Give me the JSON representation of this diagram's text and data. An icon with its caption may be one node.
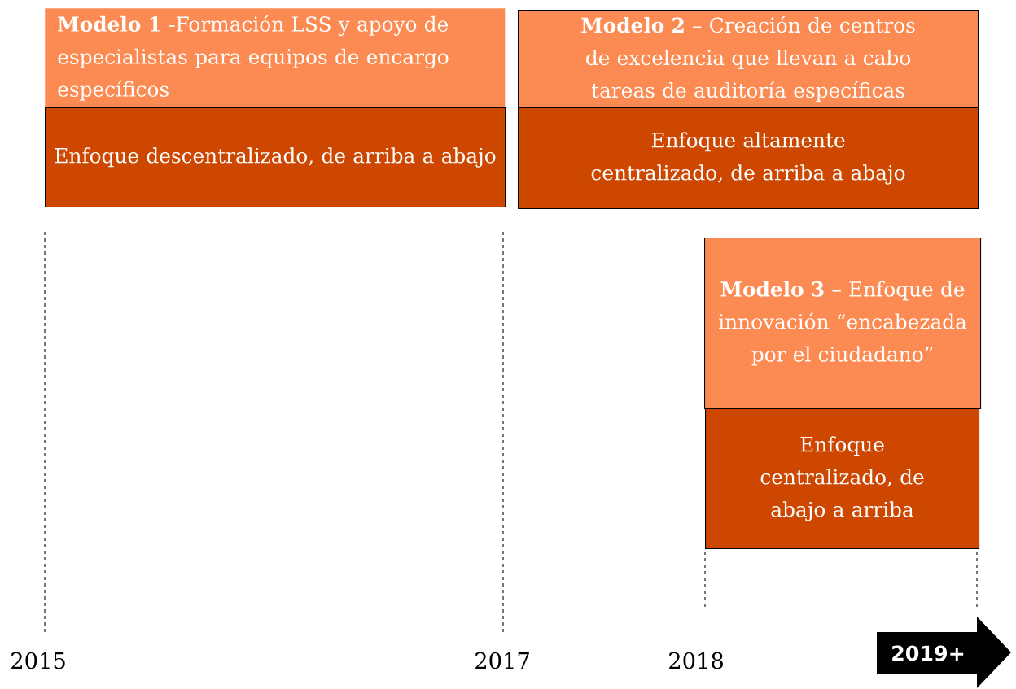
{
  "diagram": {
    "nodes": [
      {
        "text": [
          "**Modelo 1** -Formación LSS y apoyo de especialistas para equipos de encargo específicos"
        ]
      },
      {
        "text": [
          "Enfoque descentralizado, de arriba a abajo"
        ]
      },
      {
        "text": [
          "**Modelo 2** – Creación de centros de excelencia que llevan a cabo tareas de auditoría específicas"
        ]
      },
      {
        "text": [
          "Enfoque altamente centralizado, de arriba a abajo"
        ]
      },
      {
        "text": [
          "**Modelo 3** – Enfoque de innovación “encabezada por el ciudadano”"
        ]
      },
      {
        "text": [
          "Enfoque centralizado, de abajo a arriba"
        ]
      },
      {
        "text": [
          "2019+"
        ]
      }
    ],
    "labels": [
      "2015",
      "2017",
      "2018"
    ]
  }
}
